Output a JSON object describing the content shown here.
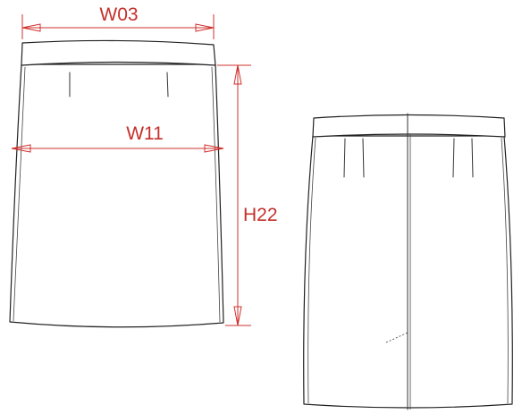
{
  "colors": {
    "measurement": "#d0312d",
    "outline": "#222222",
    "background": "#ffffff"
  },
  "measurements": {
    "waistband": "W03",
    "hip": "W11",
    "length": "H22"
  }
}
